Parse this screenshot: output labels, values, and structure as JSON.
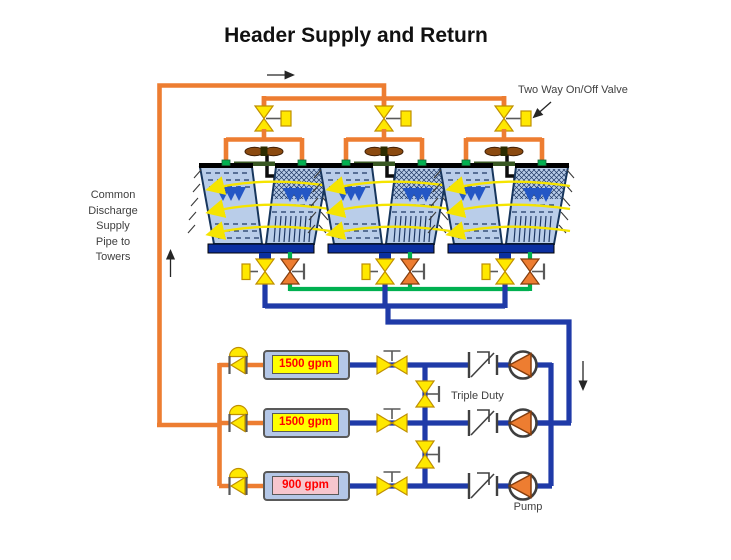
{
  "title": "Header Supply and Return",
  "labels": {
    "two_way_valve": "Two Way On/Off Valve",
    "common_discharge": "Common\nDischarge\nSupply\nPipe to\nTowers",
    "triple_duty": "Triple Duty",
    "pump": "Pump"
  },
  "chillers": [
    {
      "flow_label": "1500 gpm",
      "fill": "#FFFF00"
    },
    {
      "flow_label": "1500 gpm",
      "fill": "#FFFF00"
    },
    {
      "flow_label": "900 gpm",
      "fill": "#F6C6CE"
    }
  ],
  "system": {
    "cooling_towers": 3,
    "cells_per_tower": 2,
    "two_way_valves": 3,
    "tower_drain_valves": 3,
    "equalizer_valves": 3,
    "butterfly_valves": 3,
    "bypass_valves": 2,
    "check_valves": 3,
    "pumps": 3,
    "supply_line": "orange",
    "return_line": "blue",
    "equalizer_line": "green"
  },
  "colors": {
    "c-orange": "#ED7D31",
    "c-blue": "#1F3AA8",
    "c-green": "#00B050",
    "c-yellow": "#FFE800",
    "c-arcyellow": "#F5E400",
    "c-cellblue": "#B9CDE9",
    "c-basin": "#0B2FA0",
    "c-chillerbg": "#B4C7E7",
    "c-red": "#FF0000",
    "c-fanbrown": "#8B4A10",
    "c-motorgreen": "#385723"
  }
}
